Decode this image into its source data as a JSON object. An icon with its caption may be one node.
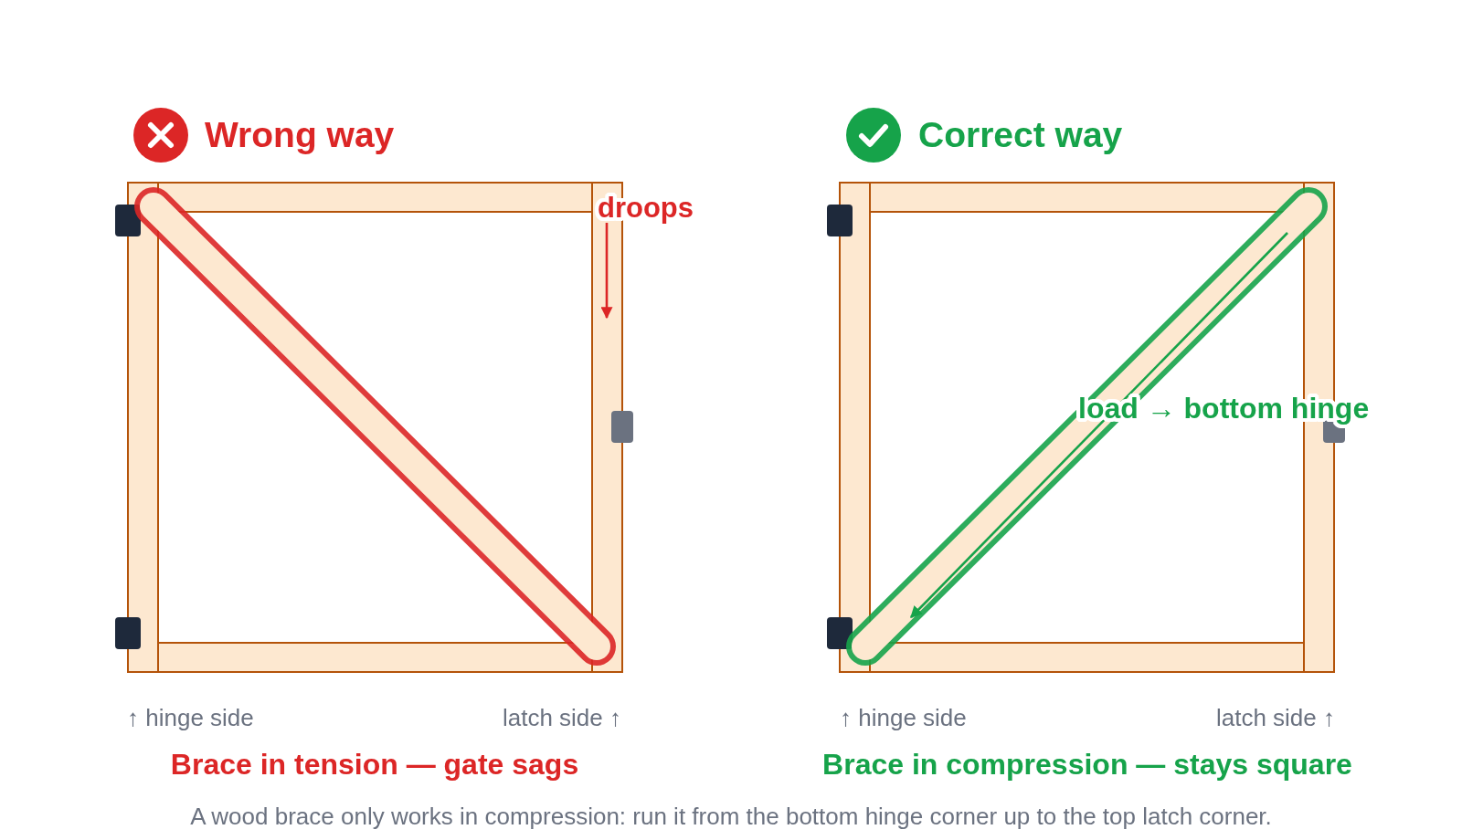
{
  "diagram": {
    "labels": [
      "Wrong way",
      "Correct way",
      "droops",
      "load → bottom hinge",
      "↑ hinge side",
      "latch side ↑",
      "↑ hinge side",
      "latch side ↑",
      "Brace in tension — gate sags",
      "Brace in compression — stays square"
    ],
    "caption": "A wood brace only works in compression: run it from the bottom hinge corner up to the top latch corner."
  }
}
